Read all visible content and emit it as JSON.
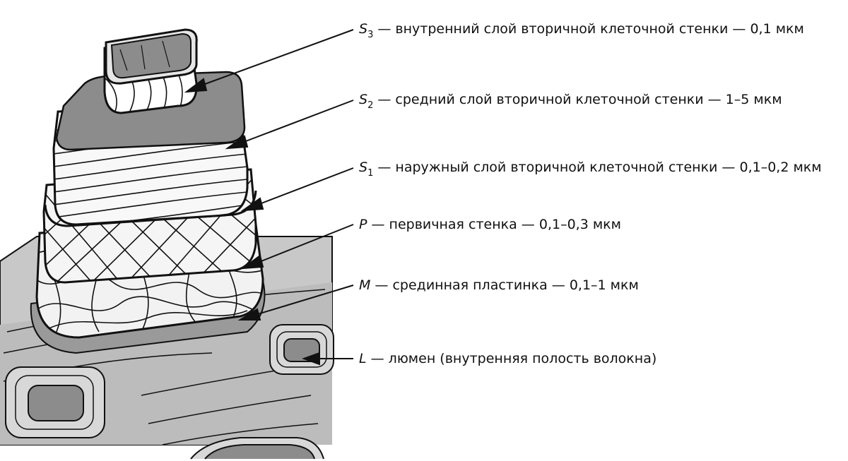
{
  "labels": [
    {
      "id": "s3",
      "symbol": "S",
      "subscript": "3",
      "text": " — внутренний слой вторичной клеточной стенки — 0,1 мкм"
    },
    {
      "id": "s2",
      "symbol": "S",
      "subscript": "2",
      "text": " — средний слой вторичной клеточной стенки — 1–5 мкм"
    },
    {
      "id": "s1",
      "symbol": "S",
      "subscript": "1",
      "text": " — наружный слой вторичной клеточной стенки — 0,1–0,2 мкм"
    },
    {
      "id": "p",
      "symbol": "P",
      "subscript": "",
      "text": " — первичная стенка — 0,1–0,3 мкм"
    },
    {
      "id": "m",
      "symbol": "M",
      "subscript": "",
      "text": " — срединная пластинка — 0,1–1 мкм"
    },
    {
      "id": "l",
      "symbol": "L",
      "subscript": "",
      "text": " — люмен (внутренняя полость волокна)"
    }
  ],
  "colors": {
    "ink": "#111111",
    "gray": "#8c8c8c",
    "light_gray": "#d0d0d0",
    "white": "#ffffff"
  }
}
